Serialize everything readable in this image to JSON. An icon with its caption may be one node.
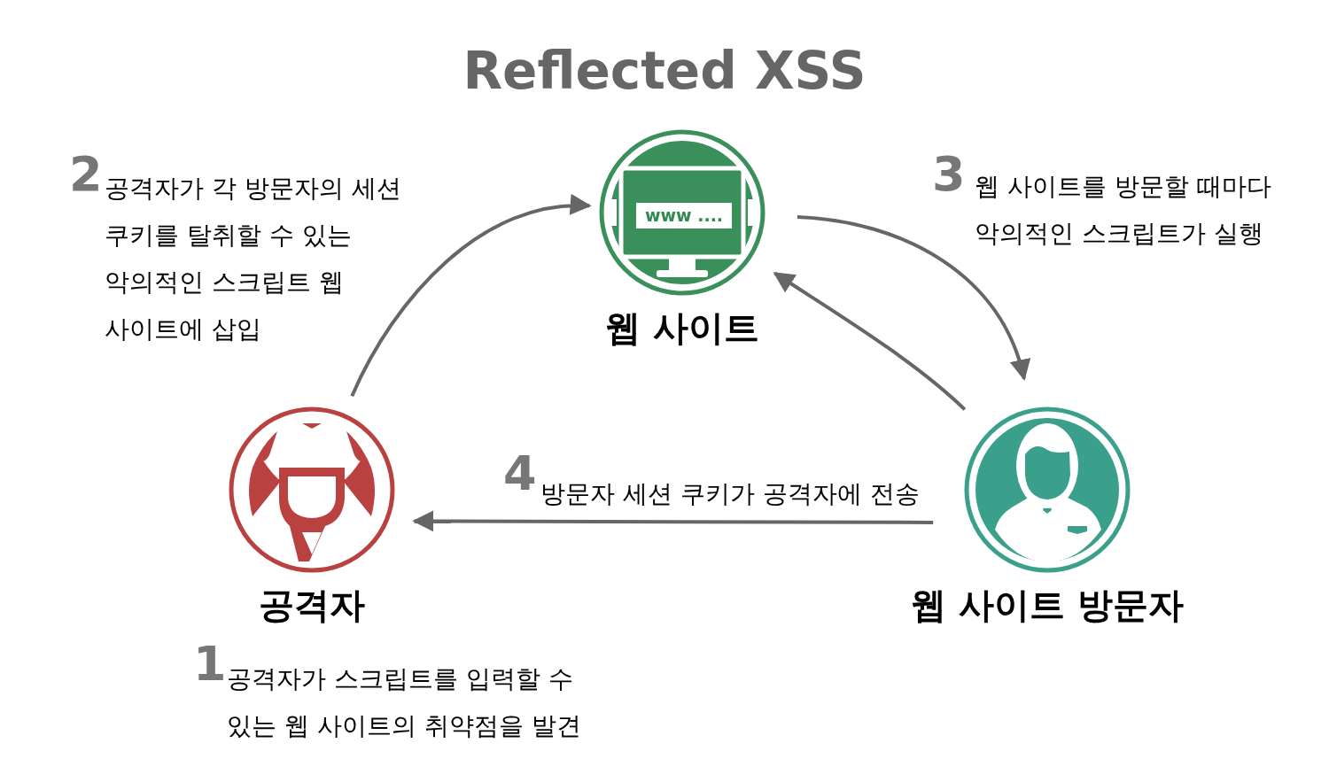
{
  "diagram": {
    "title": "Reflected XSS",
    "nodes": [
      {
        "text": [
          "웹 사이트"
        ]
      },
      {
        "text": [
          "공격자"
        ]
      },
      {
        "text": [
          "웹 사이트 방문자"
        ]
      }
    ],
    "edges": [
      {
        "from": 1,
        "to": 0,
        "arrow": "to"
      },
      {
        "from": 0,
        "to": 2,
        "arrow": "to"
      },
      {
        "from": 2,
        "to": 0,
        "arrow": "to"
      },
      {
        "from": 2,
        "to": 1,
        "arrow": "to"
      }
    ],
    "labels": [
      "www ....",
      "2",
      "공격자가 각 방문자의 세션 쿠키를 탈취할 수 있는 악의적인 스크립트 웹 사이트에 삽입",
      "3",
      "웹 사이트를 방문할 때마다 악의적인 스크립트가 실행",
      "4",
      "방문자 세션 쿠키가 공격자에 전송",
      "1",
      "공격자가 스크립트를 입력할 수 있는 웹 사이트의 취약점을 발견"
    ]
  }
}
